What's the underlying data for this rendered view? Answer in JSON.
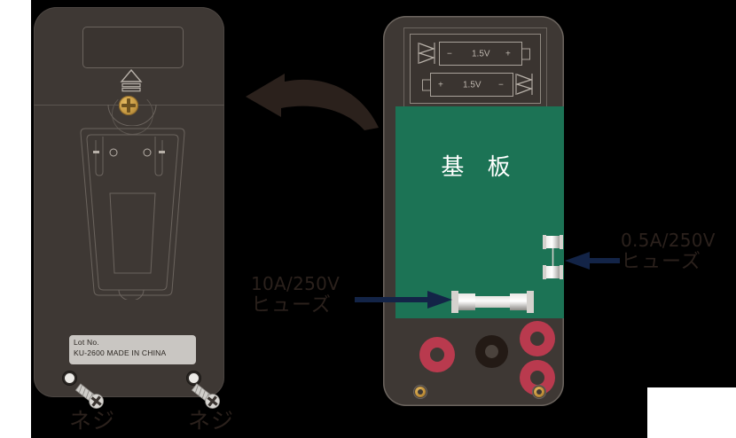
{
  "figure": {
    "title": "Multimeter battery and fuse replacement diagram",
    "background_color": "#000000",
    "body_color": "#3E3834",
    "pcb_color": "#1C7355",
    "callout_color": "#2B211C",
    "arrow_color": "#132447",
    "jack_red": "#B93A4E",
    "gold": "#C79A43"
  },
  "left_device": {
    "name": "multimeter-rear-case",
    "battery_hatch_label": "",
    "eject_icon": "battery-eject-icon",
    "top_screw_icon": "phillips-screw-icon",
    "stand_label": "tilt-stand",
    "lot_label": {
      "line1": "Lot No.",
      "line2": "KU-2600  MADE IN CHINA"
    },
    "screws": [
      {
        "label": "ネジ"
      },
      {
        "label": "ネジ"
      }
    ]
  },
  "transition_arrow": {
    "icon": "curved-arrow-left-icon",
    "direction": "left"
  },
  "right_device": {
    "name": "multimeter-opened-rear",
    "battery_bay": {
      "slots": [
        {
          "left_terminal": "−",
          "voltage": "1.5V",
          "right_terminal": "+"
        },
        {
          "left_terminal": "+",
          "voltage": "1.5V",
          "right_terminal": "−"
        }
      ]
    },
    "pcb": {
      "label": "基 板"
    },
    "fuses": [
      {
        "id": "fuse-10a",
        "orientation": "horizontal"
      },
      {
        "id": "fuse-05a",
        "orientation": "vertical"
      }
    ],
    "jacks": [
      {
        "id": "jack-a",
        "color": "red"
      },
      {
        "id": "jack-b",
        "color": "black"
      },
      {
        "id": "jack-c",
        "color": "red"
      },
      {
        "id": "jack-d",
        "color": "red"
      }
    ],
    "corner_screws": 2
  },
  "callouts": [
    {
      "id": "callout-10a",
      "rating": "10A/250V",
      "unit": "ヒューズ",
      "points_to": "fuse-10a"
    },
    {
      "id": "callout-05a",
      "rating": "0.5A/250V",
      "unit": "ヒューズ",
      "points_to": "fuse-05a"
    }
  ]
}
